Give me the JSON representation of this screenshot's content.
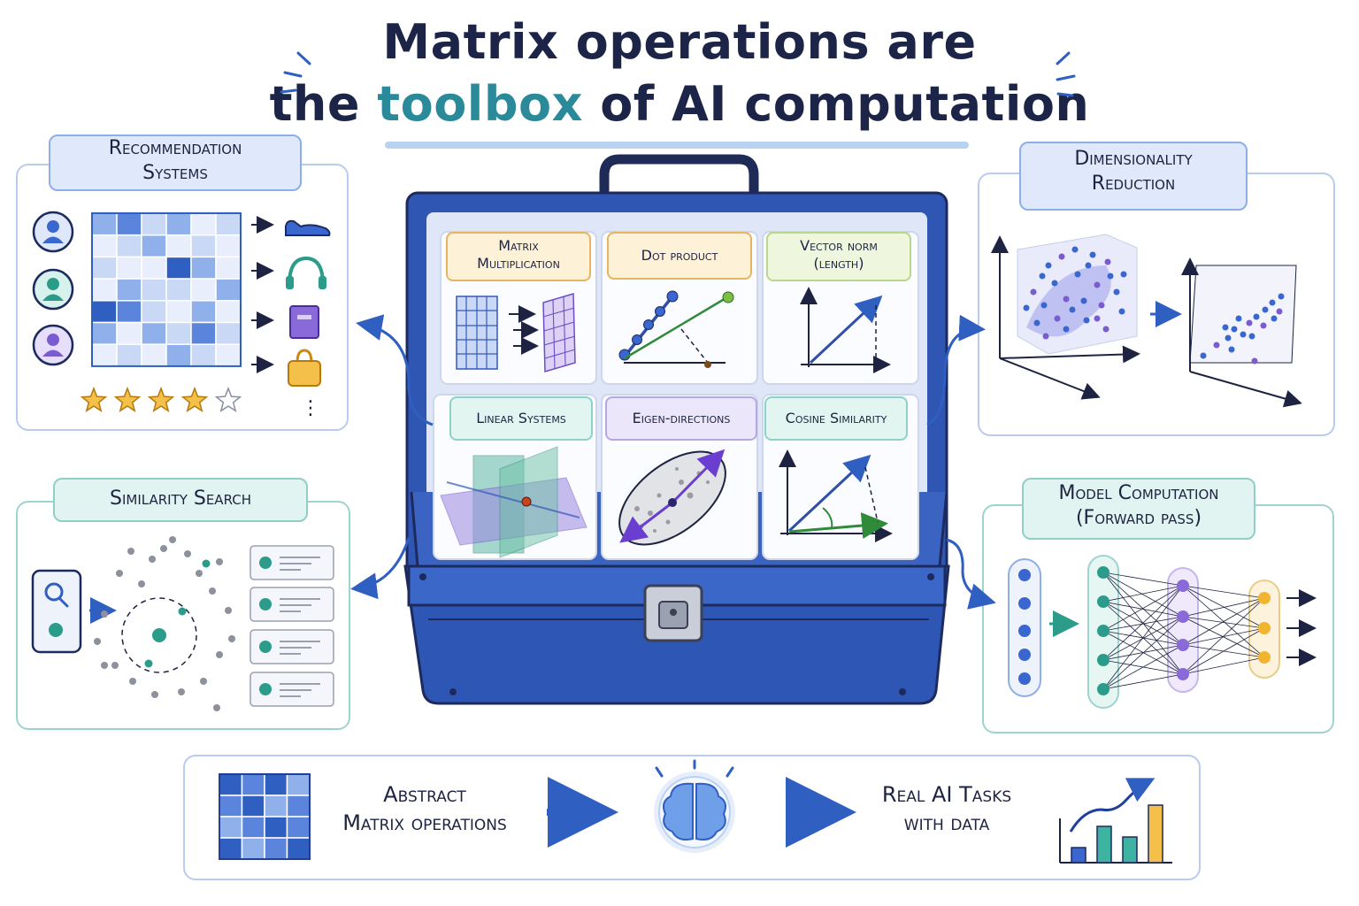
{
  "title": {
    "line1": "Matrix operations are",
    "line2_prefix": "the ",
    "line2_highlight": "toolbox",
    "line2_suffix": " of AI computation"
  },
  "panels": {
    "recommendation": {
      "label": "Recommendation\nSystems",
      "rating_stars": 4,
      "rating_max": 5,
      "more": "⋮"
    },
    "dimensionality": {
      "label": "Dimensionality\nReduction"
    },
    "similarity": {
      "label": "Similarity Search"
    },
    "model": {
      "label": "Model Computation\n(Forward pass)"
    }
  },
  "toolbox": {
    "compartments": [
      {
        "label": "Matrix\nMultiplication",
        "color": "orange"
      },
      {
        "label": "Dot product",
        "color": "orange"
      },
      {
        "label": "Vector norm\n(length)",
        "color": "green"
      },
      {
        "label": "Linear Systems",
        "color": "teal"
      },
      {
        "label": "Eigen-directions",
        "color": "purple"
      },
      {
        "label": "Cosine Similarity",
        "color": "teal"
      }
    ]
  },
  "bottom": {
    "left_text": "Abstract\nMatrix operations",
    "right_text": "Real AI Tasks\nwith data"
  },
  "colors": {
    "blue": "#2f5fc0",
    "teal": "#2b9c8a",
    "purple": "#7b5bd0",
    "gold": "#f1b42f",
    "toolbox": "#2e56b5"
  }
}
